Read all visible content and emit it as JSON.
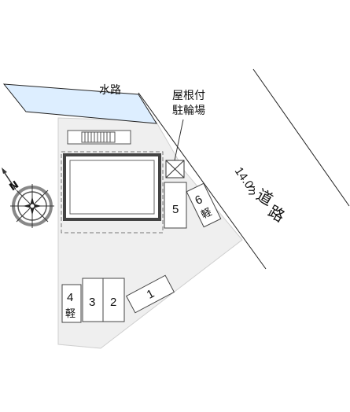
{
  "labels": {
    "waterway": "水路",
    "bike_parking_line1": "屋根付",
    "bike_parking_line2": "駐輪場",
    "road_width": "14.0",
    "road_unit": "m",
    "road_name_1": "道",
    "road_name_2": "路"
  },
  "compass": {
    "north_letter": "N"
  },
  "parking": [
    {
      "number": "1",
      "note": ""
    },
    {
      "number": "2",
      "note": ""
    },
    {
      "number": "3",
      "note": ""
    },
    {
      "number": "4",
      "note": "軽"
    },
    {
      "number": "5",
      "note": ""
    },
    {
      "number": "6",
      "note": "軽"
    }
  ],
  "colors": {
    "lot_fill": "#efefef",
    "water_fill": "#ddeeff",
    "building_border": "#444444"
  }
}
